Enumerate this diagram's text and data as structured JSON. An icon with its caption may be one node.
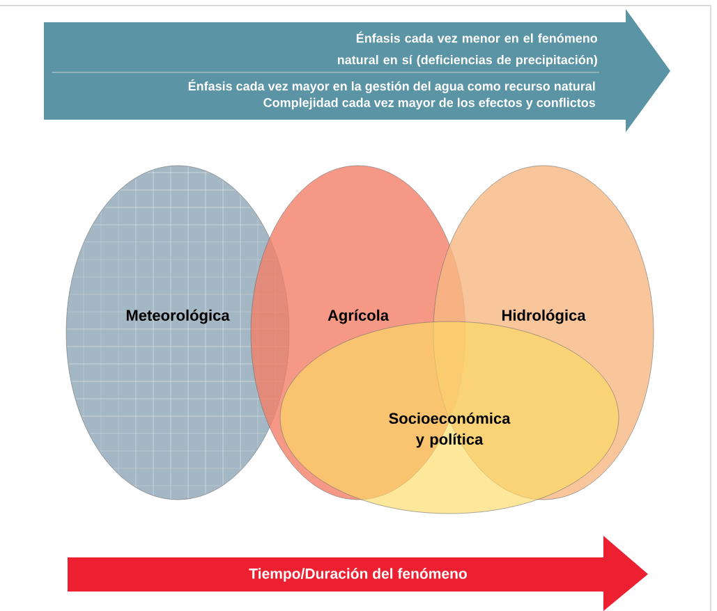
{
  "diagram": {
    "nodes": [
      {
        "text": [
          "Énfasis cada vez menor en el fenómeno natural en sí (deficiencias de precipitación)",
          "Énfasis cada vez mayor en la gestión del agua como recurso natural",
          "Complejidad cada vez mayor de los efectos y conflictos"
        ]
      },
      {
        "text": [
          "Meteorológica"
        ]
      },
      {
        "text": [
          "Agrícola"
        ]
      },
      {
        "text": [
          "Hidrológica"
        ]
      },
      {
        "text": [
          "Socioeconómica y política"
        ]
      },
      {
        "text": [
          "Tiempo/Duración del fenómeno"
        ]
      }
    ]
  }
}
